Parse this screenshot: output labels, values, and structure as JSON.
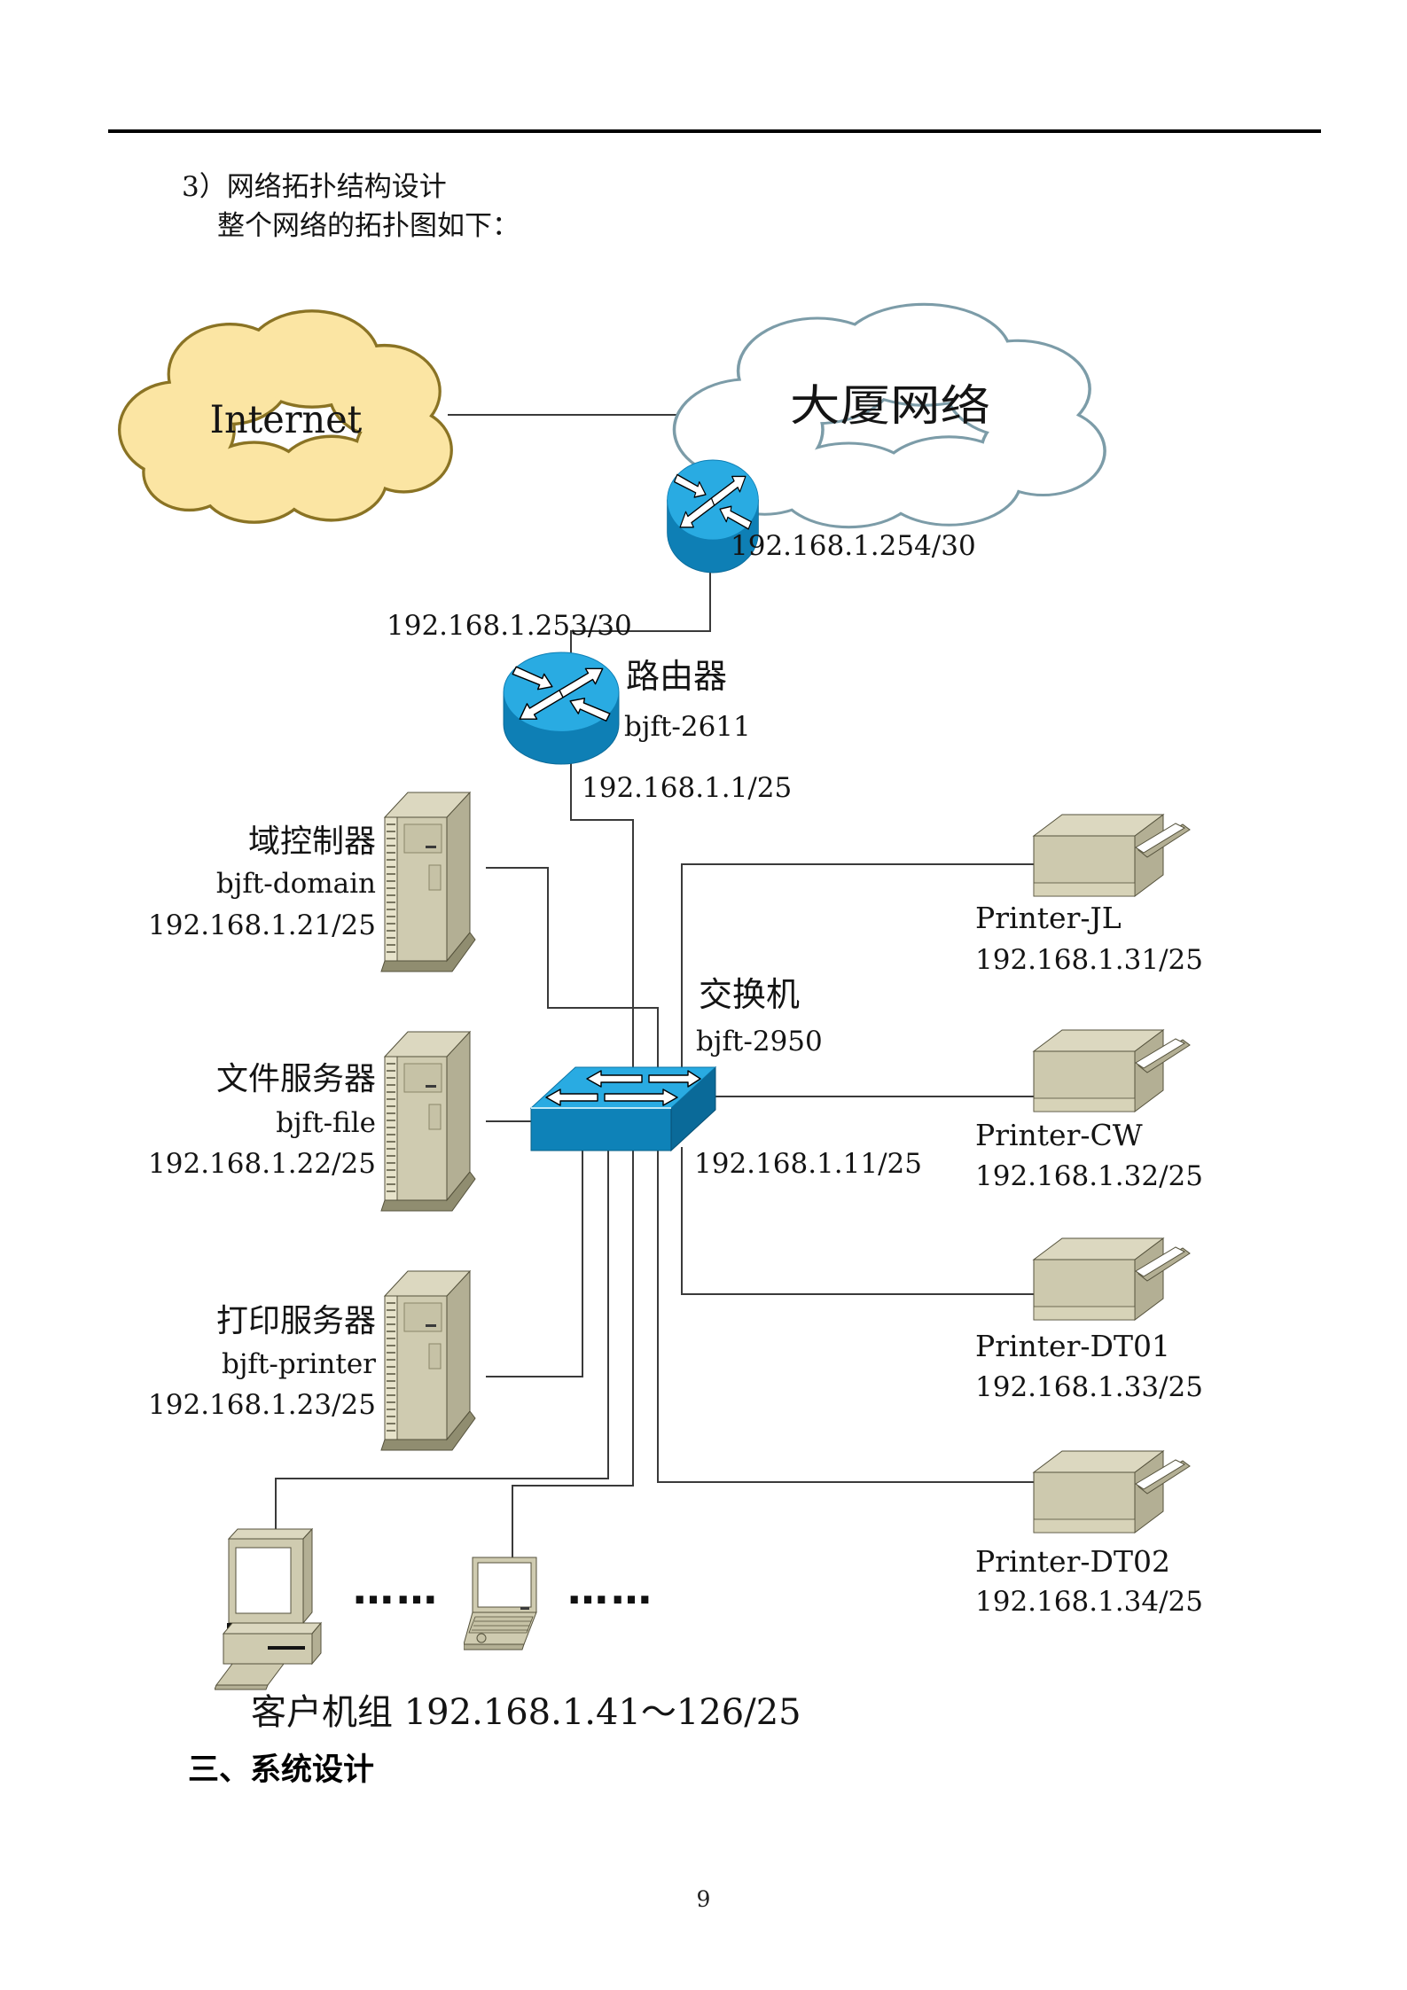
{
  "page": {
    "title_line1": "3）网络拓扑结构设计",
    "title_line2": "整个网络的拓扑图如下：",
    "section_heading": "三、系统设计",
    "page_number": "9"
  },
  "diagram": {
    "internet_cloud": {
      "label": "Internet"
    },
    "building_cloud": {
      "label": "大厦网络"
    },
    "edge_router": {
      "ip": "192.168.1.254/30"
    },
    "router": {
      "wan_ip": "192.168.1.253/30",
      "type_cn": "路由器",
      "hostname": "bjft-2611",
      "lan_ip": "192.168.1.1/25"
    },
    "switch": {
      "type_cn": "交换机",
      "hostname": "bjft-2950",
      "ip": "192.168.1.11/25"
    },
    "servers": [
      {
        "role": "域控制器",
        "hostname": "bjft-domain",
        "ip": "192.168.1.21/25"
      },
      {
        "role": "文件服务器",
        "hostname": "bjft-file",
        "ip": "192.168.1.22/25"
      },
      {
        "role": "打印服务器",
        "hostname": "bjft-printer",
        "ip": "192.168.1.23/25"
      }
    ],
    "printers": [
      {
        "name": "Printer-JL",
        "ip": "192.168.1.31/25"
      },
      {
        "name": "Printer-CW",
        "ip": "192.168.1.32/25"
      },
      {
        "name": "Printer-DT01",
        "ip": "192.168.1.33/25"
      },
      {
        "name": "Printer-DT02",
        "ip": "192.168.1.34/25"
      }
    ],
    "clients": {
      "label": "客户机组",
      "ip_range": "192.168.1.41～126/25",
      "ellipsis": "……"
    },
    "colors": {
      "internet_cloud_fill": "#FBE5A3",
      "internet_cloud_border": "#8A7324",
      "building_cloud_fill": "#FFFFFF",
      "building_cloud_border": "#7C9CA8",
      "device_top_blue": "#29ABE2",
      "device_body_blue": "#0E7FB5",
      "hardware_beige": "#CFCBB0",
      "line_color": "#3A3A3A"
    }
  }
}
